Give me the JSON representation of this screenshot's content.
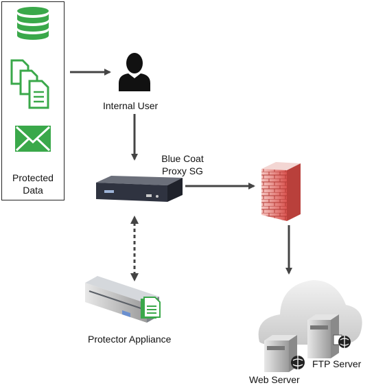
{
  "protected_data": {
    "label_line1": "Protected",
    "label_line2": "Data",
    "icons": [
      "database-icon",
      "documents-icon",
      "mail-icon"
    ],
    "icon_color": "#3aa84a"
  },
  "internal_user": {
    "label": "Internal User",
    "icon": "user-icon"
  },
  "proxy": {
    "label_line1": "Blue Coat",
    "label_line2": "Proxy SG",
    "icon": "proxy-appliance-icon"
  },
  "firewall": {
    "icon": "firewall-icon",
    "color": "#d9534f"
  },
  "protector": {
    "label": "Protector Appliance",
    "icon": "server-appliance-icon"
  },
  "cloud": {
    "icon": "cloud-icon",
    "web_server_label": "Web Server",
    "ftp_server_label": "FTP Server"
  },
  "connections": [
    {
      "from": "protected_data",
      "to": "internal_user",
      "style": "solid"
    },
    {
      "from": "internal_user",
      "to": "proxy",
      "style": "solid"
    },
    {
      "from": "proxy",
      "to": "firewall",
      "style": "solid"
    },
    {
      "from": "firewall",
      "to": "cloud",
      "style": "solid"
    },
    {
      "from": "proxy",
      "to": "protector",
      "style": "dashed-bidirectional"
    }
  ]
}
